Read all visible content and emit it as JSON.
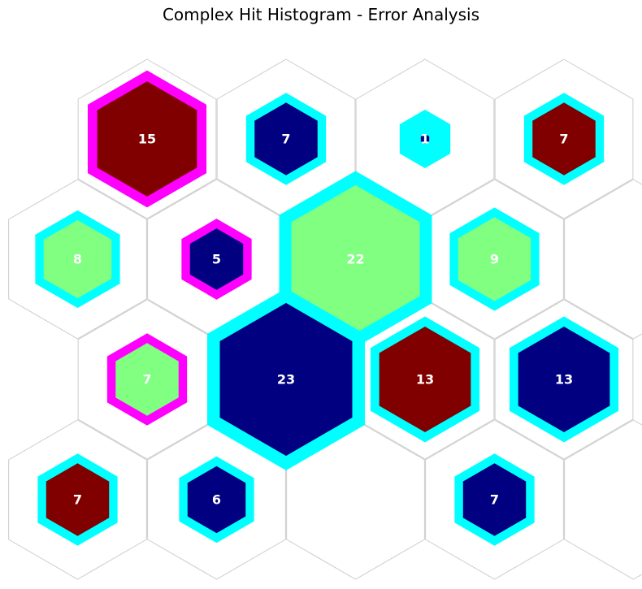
{
  "chart_data": {
    "type": "hexbin",
    "title": "Complex Hit Histogram - Error Analysis",
    "colors": {
      "grid": "#cccccc",
      "label": "#ffffff",
      "fill_low": "#000080",
      "fill_mid": "#80ff80",
      "fill_high": "#800000",
      "ring_normal": "#00ffff",
      "ring_error": "#ff00ff"
    },
    "cells": [
      {
        "row": 0,
        "col": 0,
        "value": 15,
        "color": "#800000",
        "ring": "#ff00ff"
      },
      {
        "row": 0,
        "col": 1,
        "value": 7,
        "color": "#000080",
        "ring": "#00ffff"
      },
      {
        "row": 0,
        "col": 2,
        "value": 1,
        "color": "#000080",
        "ring": "#00ffff"
      },
      {
        "row": 0,
        "col": 3,
        "value": 7,
        "color": "#800000",
        "ring": "#00ffff"
      },
      {
        "row": 1,
        "col": 0,
        "value": 8,
        "color": "#80ff80",
        "ring": "#00ffff"
      },
      {
        "row": 1,
        "col": 1,
        "value": 5,
        "color": "#000080",
        "ring": "#ff00ff"
      },
      {
        "row": 1,
        "col": 2,
        "value": 22,
        "color": "#80ff80",
        "ring": "#00ffff"
      },
      {
        "row": 1,
        "col": 3,
        "value": 9,
        "color": "#80ff80",
        "ring": "#00ffff"
      },
      {
        "row": 1,
        "col": 4,
        "value": null,
        "color": null,
        "ring": null
      },
      {
        "row": 2,
        "col": 0,
        "value": 7,
        "color": "#80ff80",
        "ring": "#ff00ff"
      },
      {
        "row": 2,
        "col": 1,
        "value": 23,
        "color": "#000080",
        "ring": "#00ffff"
      },
      {
        "row": 2,
        "col": 2,
        "value": 13,
        "color": "#800000",
        "ring": "#00ffff"
      },
      {
        "row": 2,
        "col": 3,
        "value": 13,
        "color": "#000080",
        "ring": "#00ffff"
      },
      {
        "row": 3,
        "col": 0,
        "value": 7,
        "color": "#800000",
        "ring": "#00ffff"
      },
      {
        "row": 3,
        "col": 1,
        "value": 6,
        "color": "#000080",
        "ring": "#00ffff"
      },
      {
        "row": 3,
        "col": 2,
        "value": null,
        "color": null,
        "ring": null
      },
      {
        "row": 3,
        "col": 3,
        "value": 7,
        "color": "#000080",
        "ring": "#00ffff"
      },
      {
        "row": 3,
        "col": 4,
        "value": null,
        "color": null,
        "ring": null
      }
    ],
    "value_range": [
      1,
      23
    ],
    "grid": true
  }
}
